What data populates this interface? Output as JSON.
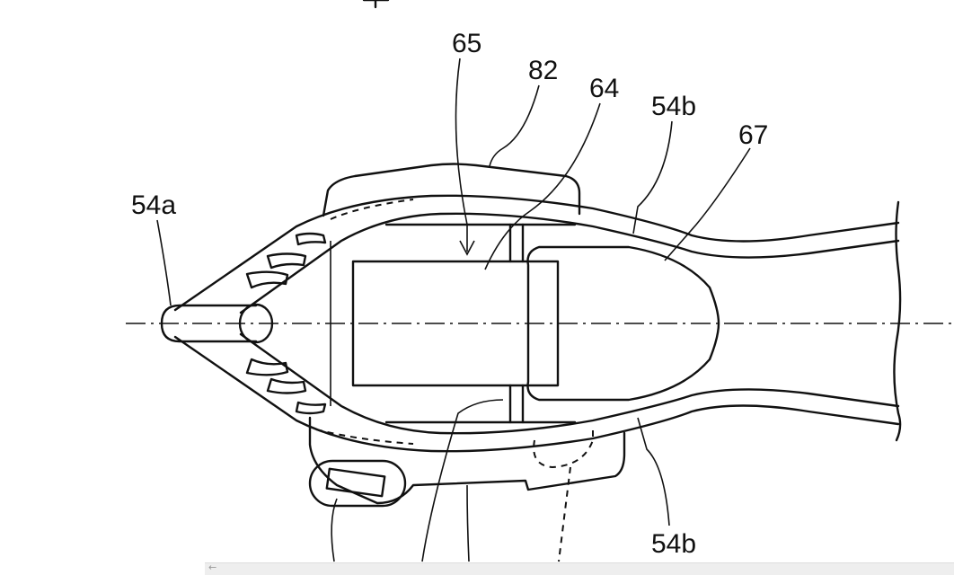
{
  "figure": {
    "labels": {
      "l65": "65",
      "l82": "82",
      "l64": "64",
      "l54b_top": "54b",
      "l67": "67",
      "l54a": "54a",
      "l54b_bottom": "54b"
    }
  },
  "colors": {
    "line": "#111111",
    "background": "#ffffff"
  }
}
